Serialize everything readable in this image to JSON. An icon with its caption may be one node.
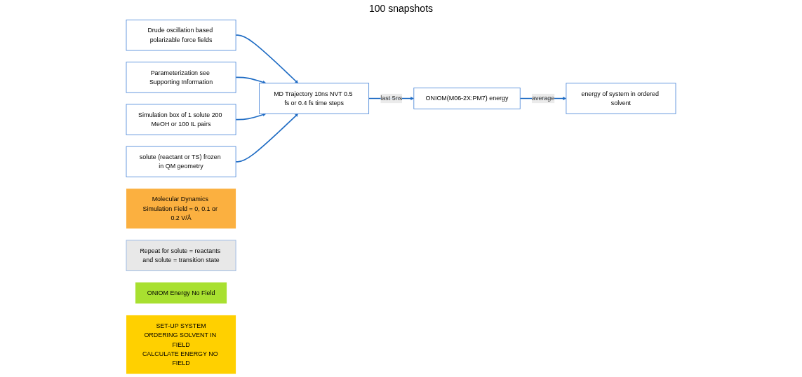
{
  "diagram": {
    "nodes": [
      {
        "text": [
          "Drude oscillation based polarizable force fields"
        ]
      },
      {
        "text": [
          "Parameterization see Supporting Information"
        ]
      },
      {
        "text": [
          "Simulation box of 1 solute 200 MeOH or 100 IL pairs"
        ]
      },
      {
        "text": [
          "solute (reactant or TS) frozen in QM geometry"
        ]
      },
      {
        "text": [
          "Molecular Dynamics Simulation Field = 0, 0.1 or 0.2 V/Å"
        ]
      },
      {
        "text": [
          "MD Trajectory 10ns NVT 0.5 fs or 0.4 fs time steps"
        ]
      },
      {
        "text": [
          "Repeat for solute = reactants and solute = transition state"
        ]
      },
      {
        "text": [
          "ONIOM Energy No Field"
        ]
      },
      {
        "text": [
          "ONIOM(M06-2X:PM7) energy"
        ]
      },
      {
        "text": [
          "energy of system in ordered solvent"
        ]
      },
      {
        "text": [
          "SET-UP SYSTEM",
          "ORDERING SOLVENT IN FIELD",
          "CALCULATE ENERGY NO FIELD"
        ]
      }
    ],
    "edges": [
      {
        "from": 0,
        "to": 5,
        "arrow": "to"
      },
      {
        "from": 1,
        "to": 5,
        "arrow": "to"
      },
      {
        "from": 2,
        "to": 5,
        "arrow": "to"
      },
      {
        "from": 3,
        "to": 5,
        "arrow": "to"
      },
      {
        "from": 5,
        "to": 8,
        "label": "last 5ns",
        "arrow": "to"
      },
      {
        "from": 8,
        "to": 9,
        "label": "average",
        "arrow": "to"
      }
    ],
    "labels": [
      "100 snapshots"
    ]
  }
}
